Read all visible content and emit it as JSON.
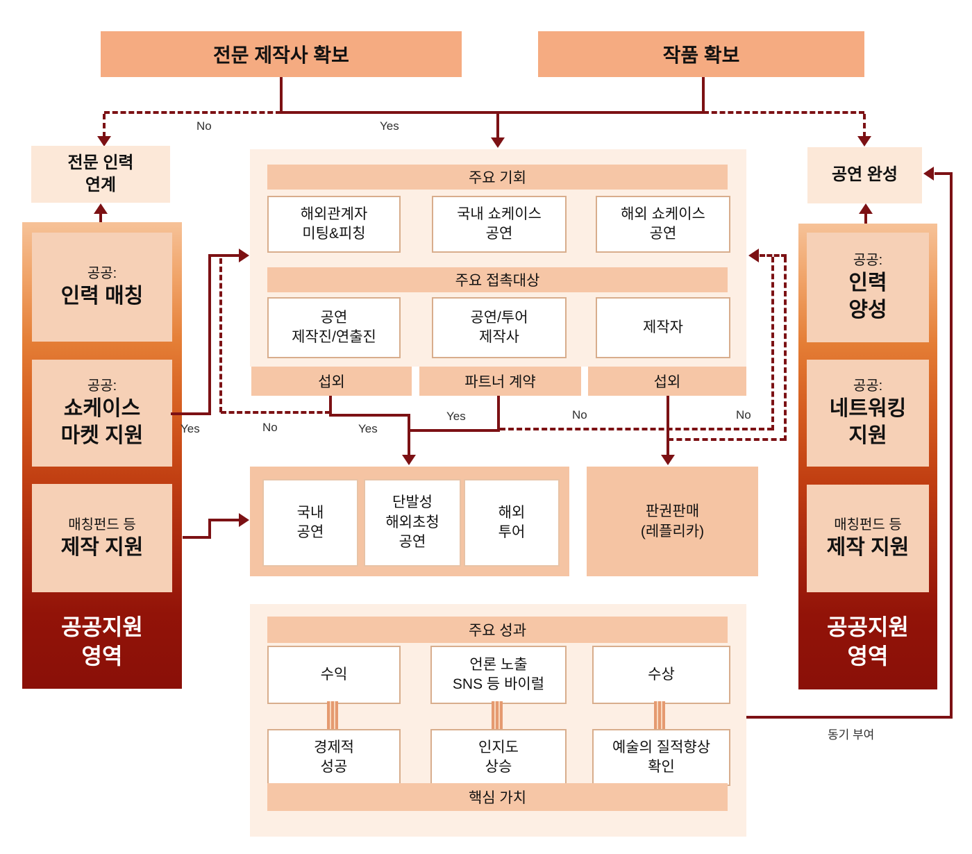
{
  "top": {
    "left_header": "전문 제작사 확보",
    "right_header": "작품 확보",
    "no": "No",
    "yes": "Yes"
  },
  "left": {
    "link_box": "전문 인력\n연계",
    "items": [
      {
        "sub": "공공:",
        "title": "인력 매칭"
      },
      {
        "sub": "공공:",
        "title": "쇼케이스\n마켓 지원"
      },
      {
        "sub": "매칭펀드 등",
        "title": "제작 지원"
      }
    ],
    "footer": "공공지원\n영역",
    "yes": "Yes"
  },
  "right": {
    "finish_box": "공연 완성",
    "items": [
      {
        "sub": "공공:",
        "title": "인력\n양성"
      },
      {
        "sub": "공공:",
        "title": "네트워킹\n지원"
      },
      {
        "sub": "매칭펀드 등",
        "title": "제작 지원"
      }
    ],
    "footer": "공공지원\n영역",
    "motivation": "동기 부여"
  },
  "center": {
    "opportunities": {
      "header": "주요 기회",
      "items": [
        "해외관계자\n미팅&피칭",
        "국내 쇼케이스\n공연",
        "해외 쇼케이스\n공연"
      ]
    },
    "contacts": {
      "header": "주요 접촉대상",
      "items": [
        "공연\n제작진/연출진",
        "공연/투어\n제작사",
        "제작자"
      ]
    },
    "gates": [
      "섭외",
      "파트너 계약",
      "섭외"
    ],
    "labels": {
      "seop1_no": "No",
      "seop1_yes": "Yes",
      "partner_yes": "Yes",
      "partner_no": "No",
      "seop3_no": "No"
    }
  },
  "outcomes": {
    "items": [
      "국내\n공연",
      "단발성\n해외초청\n공연",
      "해외\n투어"
    ],
    "rights": "판권판매\n(레플리카)"
  },
  "results": {
    "header": "주요 성과",
    "row1": [
      "수익",
      "언론 노출\nSNS 등 바이럴",
      "수상"
    ],
    "row2": [
      "경제적\n성공",
      "인지도\n상승",
      "예술의 질적향상\n확인"
    ],
    "footer": "핵심 가치"
  }
}
